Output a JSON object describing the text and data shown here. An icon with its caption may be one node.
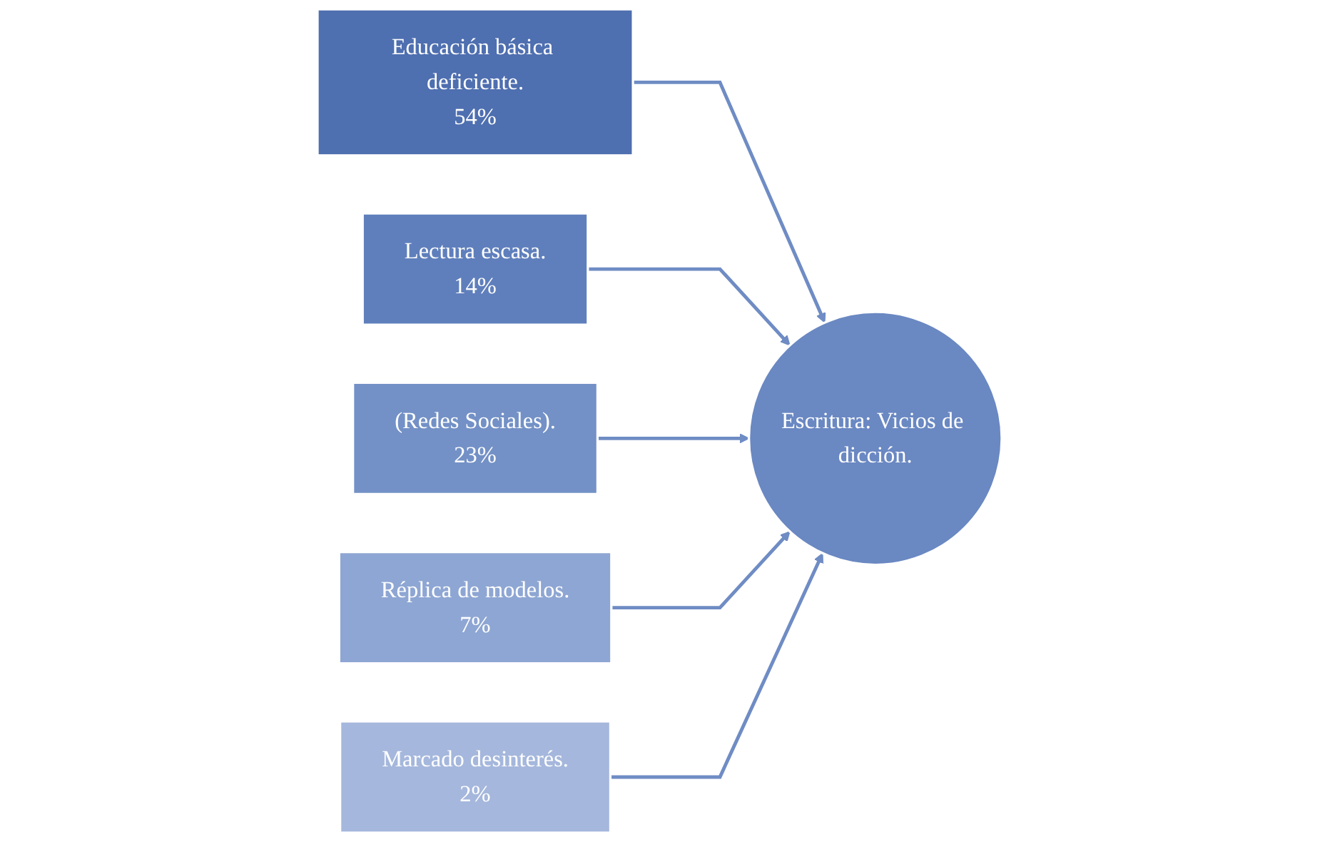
{
  "diagram": {
    "nodes": [
      {
        "text": [
          "Educación básica deficiente.",
          "54%"
        ]
      },
      {
        "text": [
          "Lectura escasa.",
          "14%"
        ]
      },
      {
        "text": [
          "(Redes Sociales).",
          "23%"
        ]
      },
      {
        "text": [
          "Réplica de modelos.",
          "7%"
        ]
      },
      {
        "text": [
          "Marcado desinterés.",
          "2%"
        ]
      },
      {
        "text": [
          "Escritura: Vicios de dicción."
        ]
      }
    ],
    "edges": [
      {
        "from": 0,
        "to": 5,
        "arrow": "to"
      },
      {
        "from": 1,
        "to": 5,
        "arrow": "to"
      },
      {
        "from": 2,
        "to": 5,
        "arrow": "to"
      },
      {
        "from": 3,
        "to": 5,
        "arrow": "to"
      },
      {
        "from": 4,
        "to": 5,
        "arrow": "to"
      }
    ]
  }
}
